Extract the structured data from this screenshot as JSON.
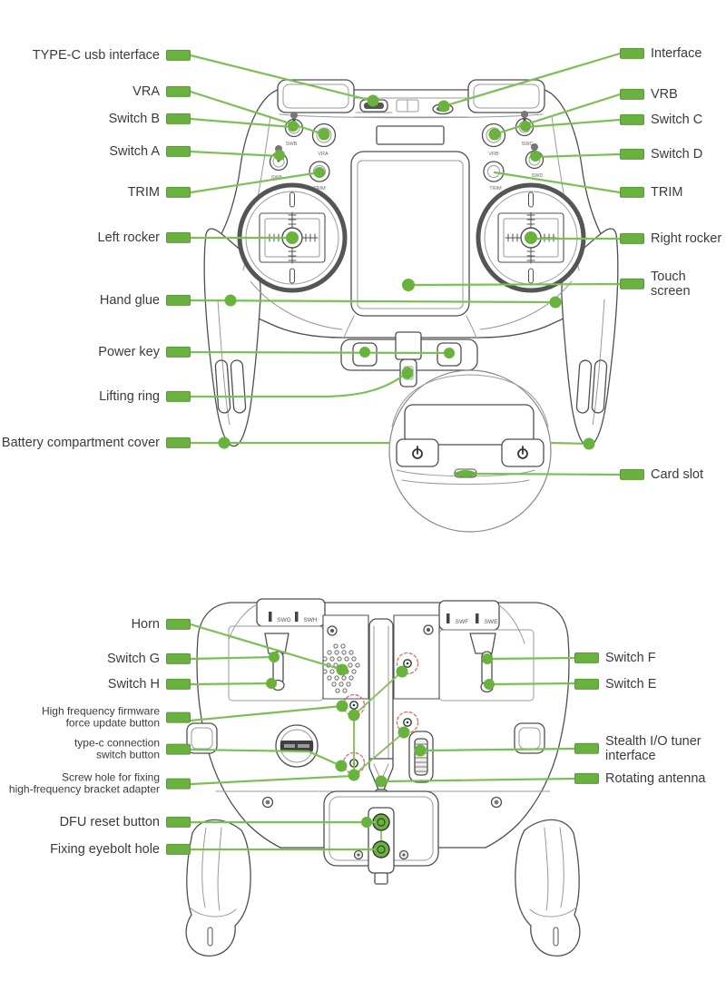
{
  "colors": {
    "label_bar_green": "#6ab140",
    "leader_line_green": "#7dbf52",
    "marker_dot_green": "#68b33c",
    "callout_dashed_red": "#e06a6a",
    "line_art_gray": "#4f4f4f"
  },
  "front_view": {
    "labels_left": [
      "TYPE-C usb interface",
      "VRA",
      "Switch B",
      "Switch A",
      "TRIM",
      "Left rocker",
      "Hand glue",
      "Power key",
      "Lifting ring",
      "Battery compartment cover"
    ],
    "labels_right": [
      "Interface",
      "VRB",
      "Switch C",
      "Switch D",
      "TRIM",
      "Right rocker",
      "Touch screen",
      "Card slot"
    ],
    "panel_marks": {
      "swb": "SWB",
      "vra": "VRA",
      "swa": "SWA",
      "trim_left": "TRIM",
      "swc": "SWC",
      "vrb": "VRB",
      "swd": "SWD",
      "trim_right": "TRIM"
    }
  },
  "back_view": {
    "labels_left": [
      "Horn",
      "Switch G",
      "Switch H",
      "High frequency firmware\nforce update button",
      "type-c connection\nswitch button",
      "Screw hole for fixing\nhigh-frequency bracket adapter",
      "DFU reset button",
      "Fixing eyebolt hole"
    ],
    "labels_right": [
      "Switch F",
      "Switch E",
      "Stealth I/O tuner interface",
      "Rotating antenna"
    ],
    "panel_marks": {
      "swg": "SWG",
      "swh": "SWH",
      "swf": "SWF",
      "swe": "SWE"
    }
  }
}
